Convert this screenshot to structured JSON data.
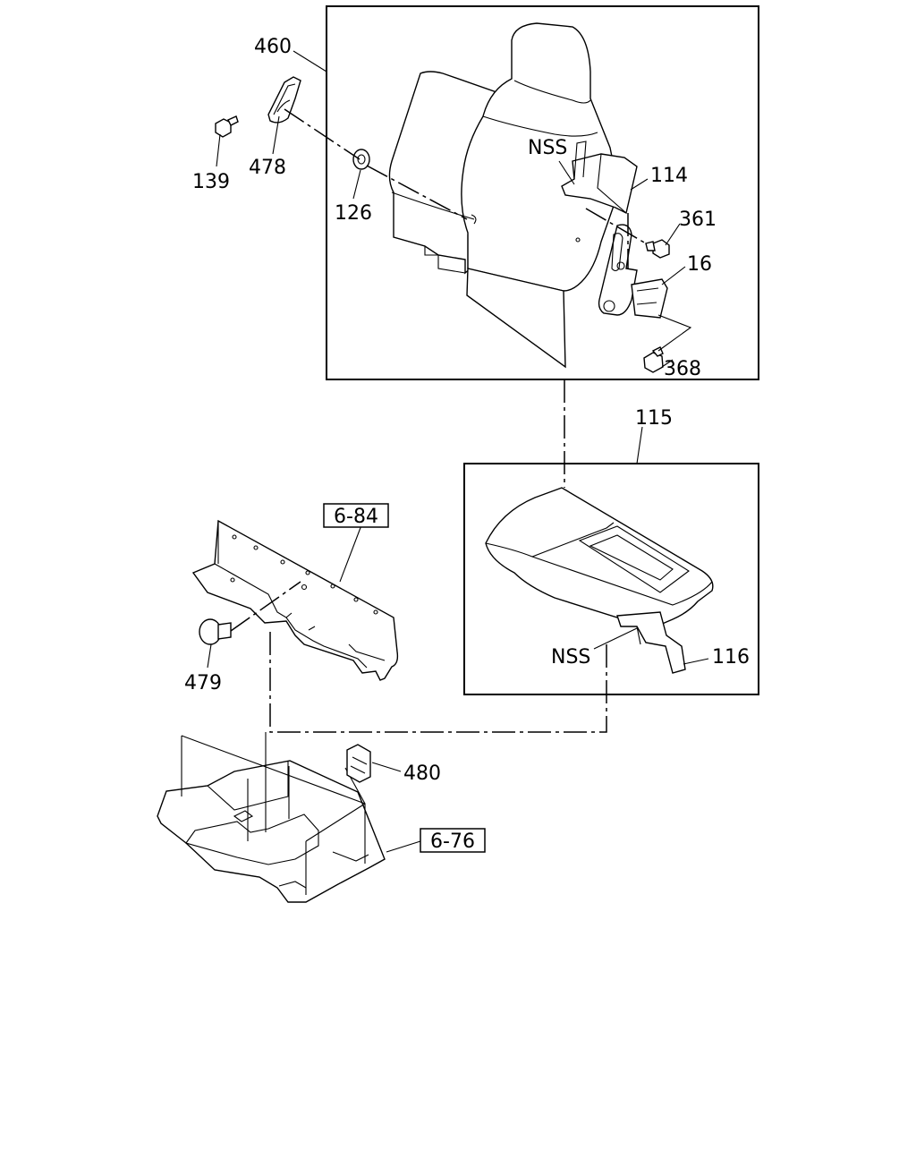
{
  "callouts": {
    "c460": "460",
    "c478": "478",
    "c139": "139",
    "c126": "126",
    "nss_top": "NSS",
    "c114": "114",
    "c361": "361",
    "c16": "16",
    "c368": "368",
    "c115": "115",
    "nss_bottom": "NSS",
    "c116": "116",
    "c479": "479",
    "c480": "480"
  },
  "references": {
    "r684": "6-84",
    "r676": "6-76"
  },
  "icons": {
    "bolt": "hex-bolt-icon",
    "clip": "push-clip-icon",
    "nut": "grommet-nut-icon"
  }
}
